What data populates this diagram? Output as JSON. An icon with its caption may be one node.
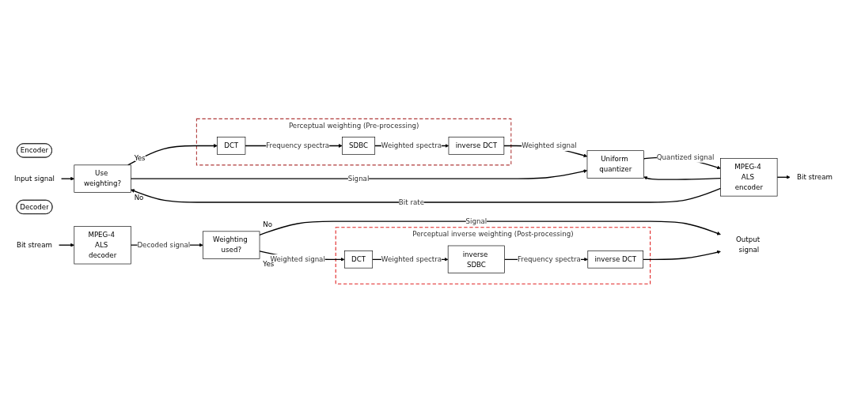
{
  "diagram": {
    "nodes": [
      {
        "text": [
          "Encoder"
        ]
      },
      {
        "text": [
          "Input signal"
        ]
      },
      {
        "text": [
          "Use weighting?"
        ],
        "beside": [
          "Yes",
          "No"
        ]
      },
      {
        "text": [
          "Perceptual weighting (Pre-processing)"
        ]
      },
      {
        "text": [
          "DCT"
        ],
        "in": 3
      },
      {
        "text": [
          "SDBC"
        ],
        "in": 3
      },
      {
        "text": [
          "inverse DCT"
        ],
        "in": 3
      },
      {
        "text": [
          "Uniform quantizer"
        ]
      },
      {
        "text": [
          "MPEG-4 ALS encoder"
        ]
      },
      {
        "text": [
          "Bit stream"
        ]
      },
      {
        "text": [
          "Decoder"
        ]
      },
      {
        "text": [
          "Bit stream"
        ]
      },
      {
        "text": [
          "MPEG-4 ALS decoder"
        ]
      },
      {
        "text": [
          "Weighting used?"
        ],
        "beside": [
          "No",
          "Yes"
        ]
      },
      {
        "text": [
          "Output signal"
        ]
      },
      {
        "text": [
          "Perceptual inverse weighting (Post-processing)"
        ]
      },
      {
        "text": [
          "DCT"
        ],
        "in": 15
      },
      {
        "text": [
          "inverse SDBC"
        ],
        "in": 15
      },
      {
        "text": [
          "inverse DCT"
        ],
        "in": 15
      }
    ],
    "edges": [
      {
        "from": 1,
        "to": 2,
        "arrow": "to"
      },
      {
        "from": 2,
        "to": 4,
        "arrow": "to"
      },
      {
        "from": 4,
        "to": 5,
        "arrow": "to",
        "label": "Frequency spectra"
      },
      {
        "from": 5,
        "to": 6,
        "arrow": "to",
        "label": "Weighted spectra"
      },
      {
        "from": 6,
        "to": 7,
        "arrow": "to",
        "label": "Weighted signal"
      },
      {
        "from": 2,
        "to": 7,
        "arrow": "to",
        "label": "Signal"
      },
      {
        "from": 7,
        "to": 8,
        "arrow": "to",
        "label": "Quantized signal"
      },
      {
        "from": 8,
        "to": 9,
        "arrow": "to"
      },
      {
        "from": 8,
        "to": 2,
        "arrow": "to",
        "label": "Bit rate"
      },
      {
        "from": 8,
        "to": 7,
        "arrow": "to"
      },
      {
        "from": 11,
        "to": 12,
        "arrow": "to"
      },
      {
        "from": 12,
        "to": 13,
        "arrow": "to",
        "label": "Decoded signal"
      },
      {
        "from": 13,
        "to": 14,
        "arrow": "to",
        "label": "Signal"
      },
      {
        "from": 13,
        "to": 16,
        "arrow": "to",
        "label": "Weighted signal"
      },
      {
        "from": 16,
        "to": 17,
        "arrow": "to",
        "label": "Weighted spectra"
      },
      {
        "from": 17,
        "to": 18,
        "arrow": "to",
        "label": "Frequency spectra"
      },
      {
        "from": 18,
        "to": 14,
        "arrow": "to"
      }
    ]
  }
}
